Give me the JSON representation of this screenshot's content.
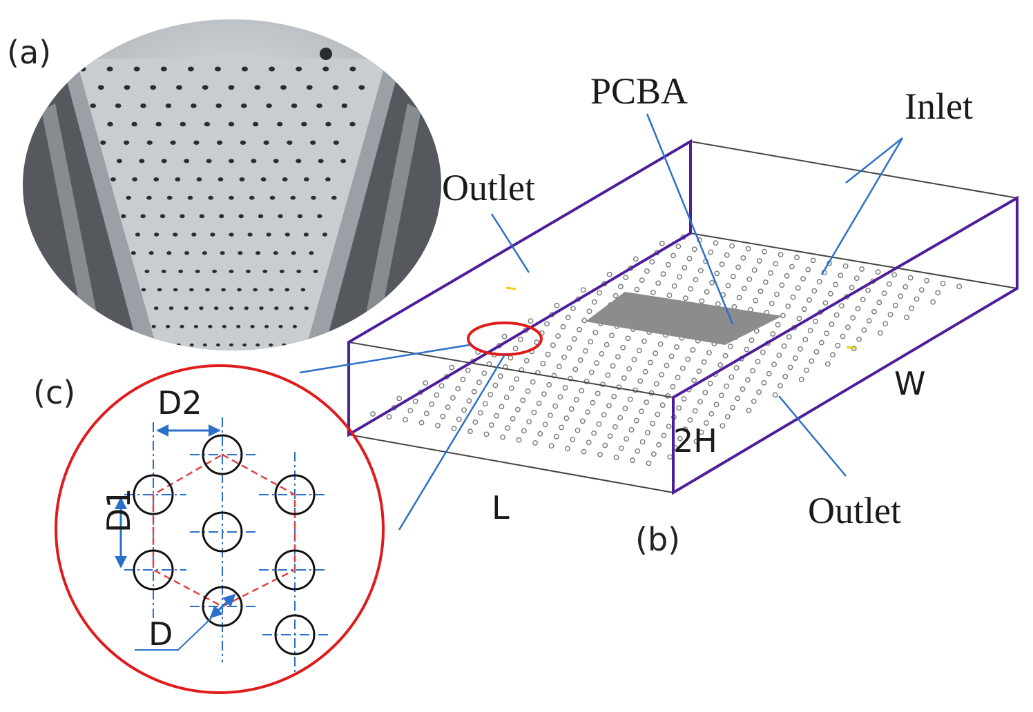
{
  "panels": {
    "a": {
      "label": "(a)"
    },
    "b": {
      "label": "(b)",
      "outlet_top_label": "Outlet",
      "pcba_label": "PCBA",
      "inlet_label": "Inlet",
      "outlet_bottom_label": "Outlet",
      "dim_width": "W",
      "dim_height": "2H",
      "dim_length": "L"
    },
    "c": {
      "label": "(c)",
      "dim_d1": "D1",
      "dim_d2": "D2",
      "dim_d": "D"
    }
  },
  "colors": {
    "box_edge": "#4b1f9a",
    "leader_line": "#2a6fc9",
    "highlight": "#e01b1b",
    "hex_outline": "#e04040",
    "hole_outline": "#111111",
    "pcba_fill": "#8c8c8c",
    "plate_hole": "#777777"
  }
}
